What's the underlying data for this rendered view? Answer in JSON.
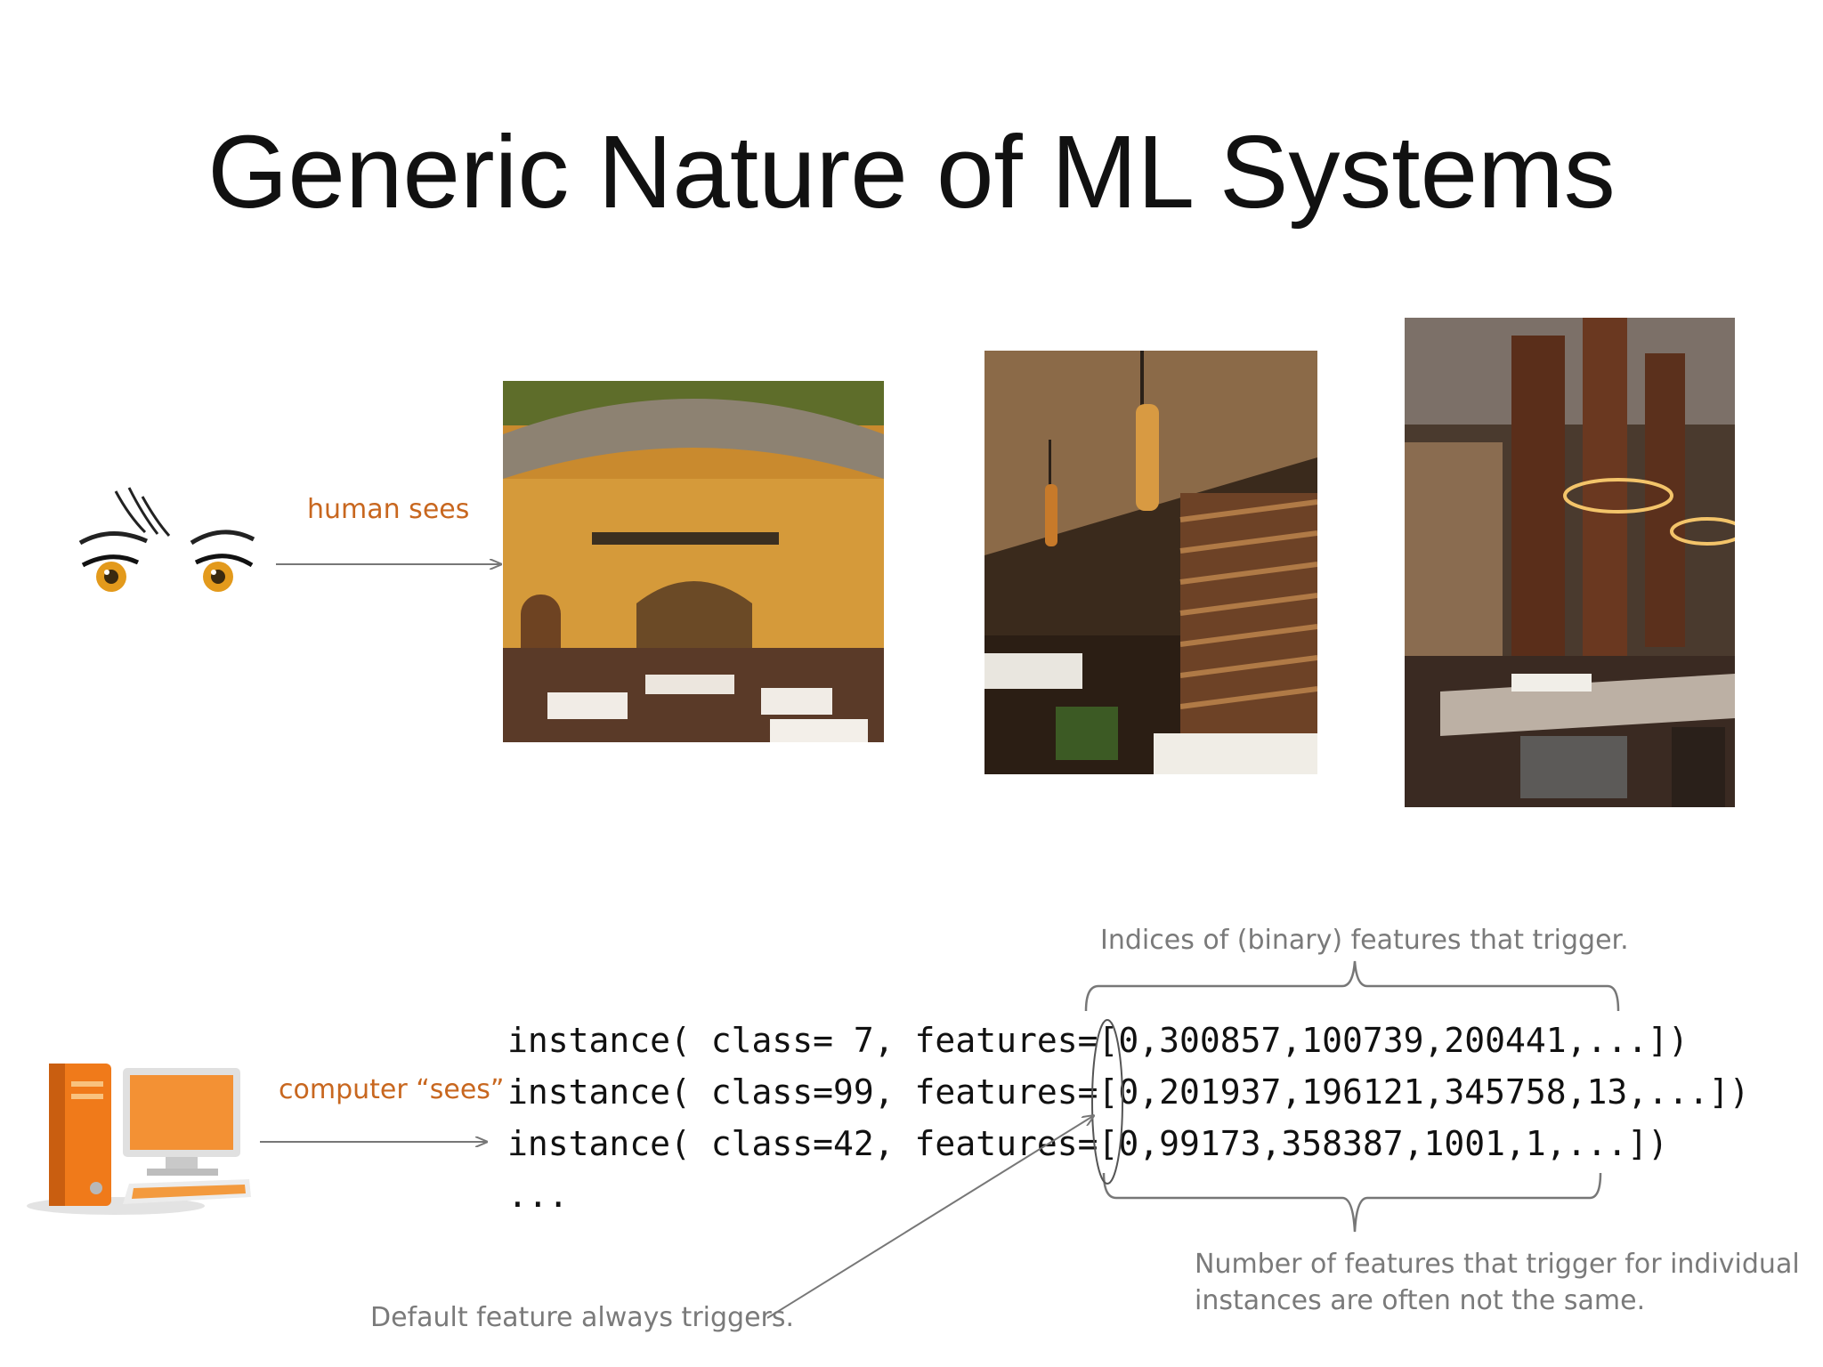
{
  "slide": {
    "title": "Generic Nature of ML Systems"
  },
  "human": {
    "label": "human sees"
  },
  "computer": {
    "label": "computer “sees”"
  },
  "code_lines": [
    "instance( class= 7, features=[0,300857,100739,200441,...])",
    "instance( class=99, features=[0,201937,196121,345758,13,...])",
    "instance( class=42, features=[0,99173,358387,1001,1,...])",
    "..."
  ],
  "annotations": {
    "indices": "Indices of (binary) features that trigger.",
    "number_line1": "Number of features that trigger for individual",
    "number_line2": "instances are often not the same.",
    "default": "Default feature always triggers."
  },
  "colors": {
    "accent_orange": "#c8671f",
    "annotation_gray": "#7a7a7a",
    "arrow_gray": "#777777"
  },
  "icons": [
    "eyes-icon",
    "computer-icon"
  ]
}
